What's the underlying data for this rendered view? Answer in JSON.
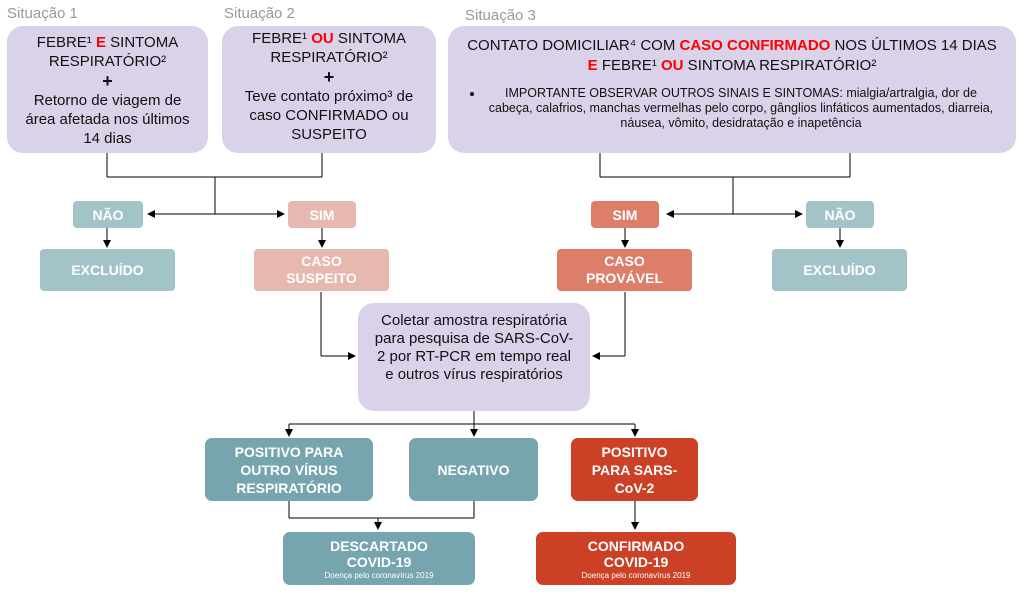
{
  "situations": {
    "s1": {
      "title": "Situação 1",
      "line1a": "FEBRE¹ ",
      "line1_key": "E",
      "line1b": " SINTOMA",
      "line2": "RESPIRATÓRIO²",
      "plus": "+",
      "condition": "Retorno de viagem de área afetada nos últimos 14 dias"
    },
    "s2": {
      "title": "Situação 2",
      "line1a": "FEBRE¹ ",
      "line1_key": "OU",
      "line1b": " SINTOMA",
      "line2": "RESPIRATÓRIO²",
      "plus": "+",
      "condition": "Teve contato próximo³  de caso CONFIRMADO ou SUSPEITO"
    },
    "s3": {
      "title": "Situação 3",
      "p1": "CONTATO DOMICILIAR⁴ COM ",
      "p1_key": "CASO CONFIRMADO",
      "p2": " NOS ÚLTIMOS 14 DIAS ",
      "p2_key": "E",
      "p3": " FEBRE¹ ",
      "p3_key": "OU",
      "p4": " SINTOMA RESPIRATÓRIO²",
      "bullet": "IMPORTANTE OBSERVAR OUTROS SINAIS E SINTOMAS: mialgia/artralgia, dor de cabeça, calafrios, manchas vermelhas pelo corpo, gânglios linfáticos aumentados, diarreia, náusea, vômito, desidratação e inapetência"
    }
  },
  "decision": {
    "nao_left": "NÃO",
    "sim_left": "SIM",
    "sim_right": "SIM",
    "nao_right": "NÃO",
    "excluido_left": "EXCLUÍDO",
    "caso_suspeito": "CASO SUSPEITO",
    "caso_provavel": "CASO PROVÁVEL",
    "excluido_right": "EXCLUÍDO"
  },
  "collect": "Coletar amostra respiratória para pesquisa de SARS-CoV-2 por RT-PCR em tempo real e outros vírus respiratórios",
  "results": {
    "other_virus": "POSITIVO PARA OUTRO VÍRUS RESPIRATÓRIO",
    "negative": "NEGATIVO",
    "positive_sars": "POSITIVO PARA SARS-CoV-2"
  },
  "outcomes": {
    "descartado": "DESCARTADO COVID-19",
    "descartado_note": "Doença pelo coronavírus 2019",
    "confirmado": "CONFIRMADO COVID-19",
    "confirmado_note": "Doença pelo coronavírus 2019"
  },
  "colors": {
    "lavender": "#d9d2e9",
    "teal_light": "#a2c4c9",
    "teal": "#76a5af",
    "pink": "#e6b8af",
    "salmon": "#dd7e6b",
    "red_dark": "#cc4125",
    "emphasis_red": "#ff0000"
  }
}
